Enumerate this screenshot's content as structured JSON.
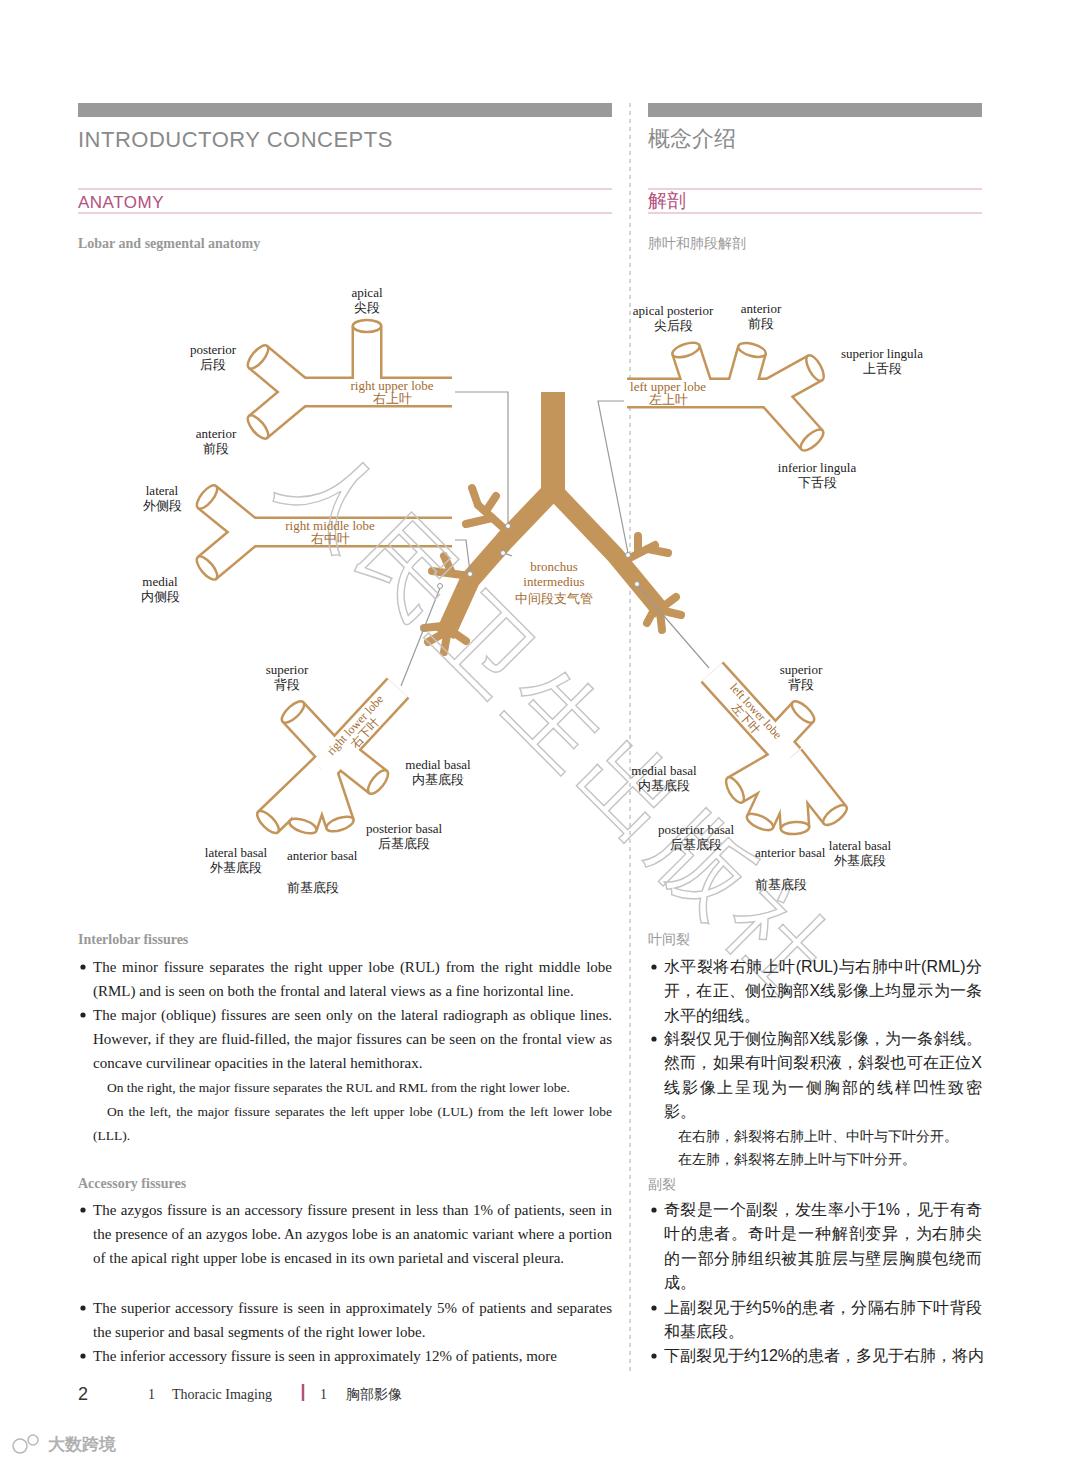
{
  "diagram": {
    "title": "INTRODUCTORY CONCEPTS",
    "labels": [
      "概念介绍",
      "ANATOMY",
      "解剖",
      "Lobar and segmental anatomy",
      "肺叶和肺段解剖",
      "apical",
      "尖段",
      "posterior",
      "后段",
      "anterior",
      "前段",
      "right upper lobe",
      "右上叶",
      "lateral",
      "外侧段",
      "right middle lobe",
      "右中叶",
      "medial",
      "内侧段",
      "apical posterior",
      "尖后段",
      "anterior",
      "前段",
      "superior lingula",
      "上舌段",
      "left upper lobe",
      "左上叶",
      "inferior lingula",
      "下舌段",
      "bronchus intermedius",
      "中间段支气管",
      "superior",
      "背段",
      "right lower lobe",
      "右下叶",
      "medial basal",
      "内基底段",
      "posterior basal",
      "后基底段",
      "lateral basal",
      "外基底段",
      "anterior basal",
      "前基底段",
      "superior",
      "背段",
      "left lower lobe",
      "左下叶",
      "medial basal",
      "内基底段",
      "posterior basal",
      "后基底段",
      "anterior basal",
      "前基底段",
      "lateral basal",
      "外基底段",
      "Interlobar fissures",
      "The minor fissure separates the right upper lobe (RUL) from the right middle lobe (RML) and is seen on both the frontal and lateral views as a fine horizontal line.",
      "The major (oblique) fissures are seen only on the lateral radiograph as oblique lines. However, if they are fluid-filled, the major fissures can be seen on the frontal view as concave curvilinear opacities in the lateral hemithorax.",
      "On the right, the major fissure separates the RUL and RML from the right lower lobe.",
      "On the left, the major fissure separates the left upper lobe (LUL) from the left lower lobe (LLL).",
      "Accessory fissures",
      "The azygos fissure is an accessory fissure present in less than 1% of patients, seen in the presence of an azygos lobe. An azygos lobe is an anatomic variant where a portion of the apical right upper lobe is encased in its own parietal and visceral pleura.",
      "The superior accessory fissure is seen in approximately 5% of patients and separates the superior and basal segments of the right lower lobe.",
      "The inferior accessory fissure is seen in approximately 12% of patients, more",
      "叶间裂",
      "水平裂将右肺上叶(RUL)与右肺中叶(RML)分开，在正、侧位胸部X线影像上均显示为一条水平的细线。",
      "斜裂仅见于侧位胸部X线影像，为一条斜线。然而，如果有叶间裂积液，斜裂也可在正位X线影像上呈现为一侧胸部的线样凹性致密影。",
      "在右肺，斜裂将右肺上叶、中叶与下叶分开。",
      "在左肺，斜裂将左肺上叶与下叶分开。",
      "副裂",
      "奇裂是一个副裂，发生率小于1%，见于有奇叶的患者。奇叶是一种解剖变异，为右肺尖的一部分肺组织被其脏层与壁层胸膜包绕而成。",
      "上副裂见于约5%的患者，分隔右肺下叶背段和基底段。",
      "下副裂见于约12%的患者，多见于右肺，将内",
      "2",
      "1",
      "Thoracic Imaging",
      "1",
      "胸部影像",
      "人民卫生出版社",
      "大数跨境"
    ]
  }
}
